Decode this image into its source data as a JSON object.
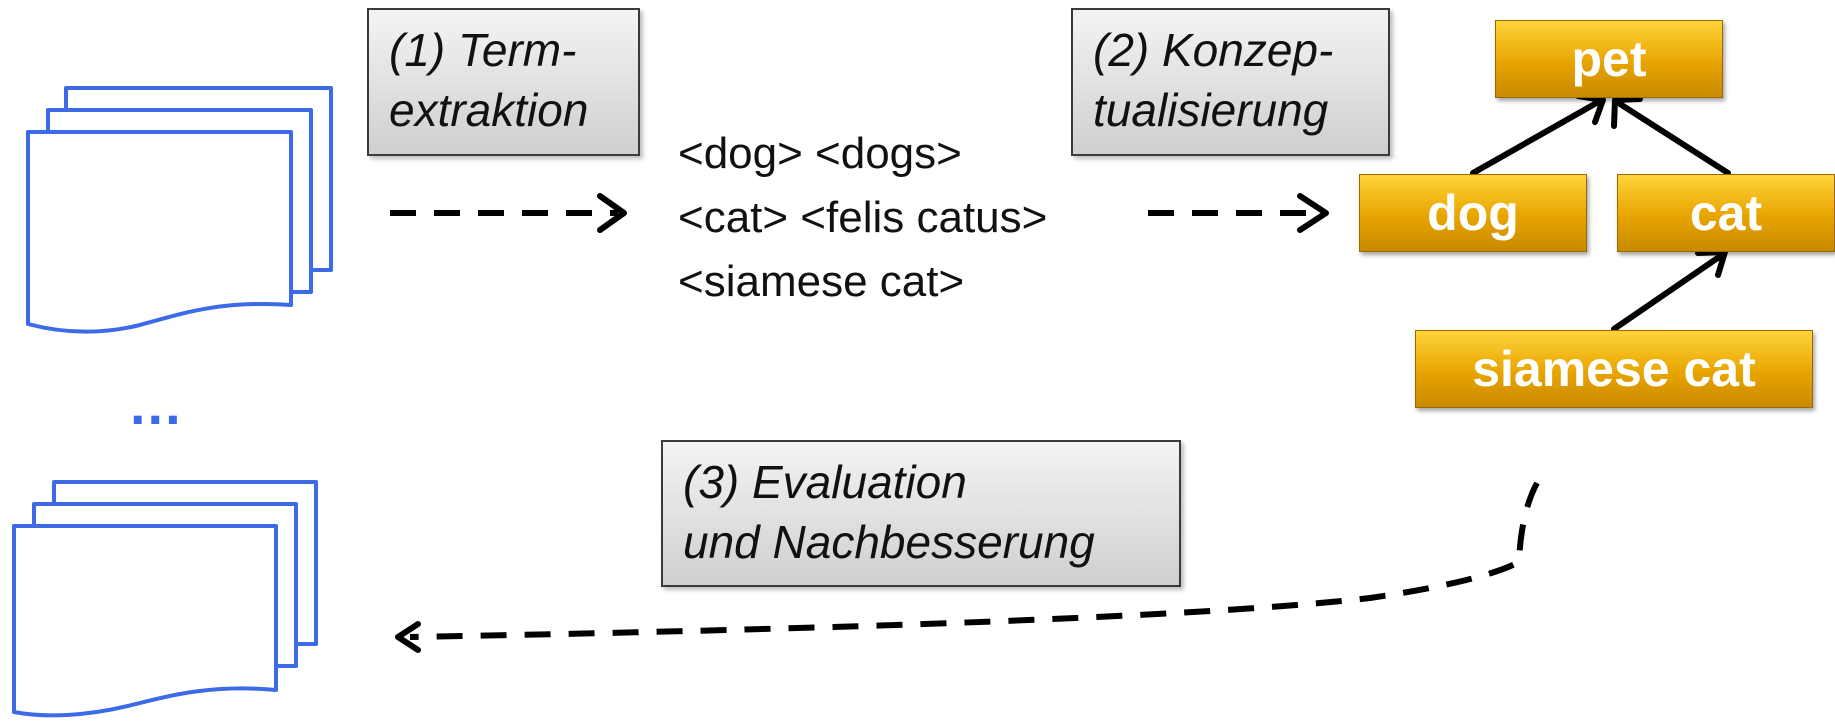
{
  "steps": {
    "extraction": {
      "line1": "(1) Term-",
      "line2": "extraktion"
    },
    "conceptualization": {
      "line1": "(2) Konzep-",
      "line2": "tualisierung"
    },
    "evaluation": {
      "line1": "(3) Evaluation",
      "line2": "und Nachbesserung"
    }
  },
  "terms": [
    "<dog> <dogs>",
    "<cat> <felis catus>",
    "<siamese cat>"
  ],
  "ellipsis": "...",
  "hierarchy": {
    "root": "pet",
    "children": [
      "dog",
      "cat"
    ],
    "leaf": "siamese cat"
  },
  "colors": {
    "document_stroke": "#3d6be8",
    "node_fill": "#e7a400",
    "arrow": "#000000"
  }
}
